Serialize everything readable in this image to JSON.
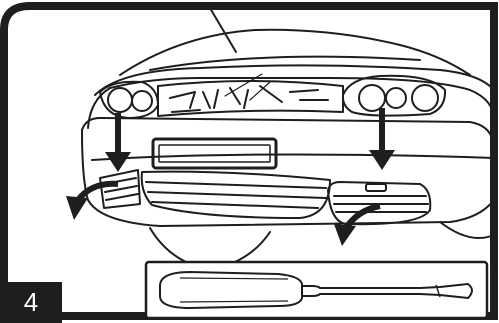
{
  "step": {
    "number": "4"
  },
  "illustration": {
    "subject": "car-front",
    "tool": "flathead-screwdriver-icon",
    "arrows": [
      "arrow-down-left",
      "arrow-down-right",
      "arrow-curve-left",
      "arrow-curve-right"
    ]
  },
  "colors": {
    "ink": "#1e1e1e",
    "background": "#ffffff",
    "badge": "#1e1e1e",
    "badge_text": "#ffffff"
  }
}
